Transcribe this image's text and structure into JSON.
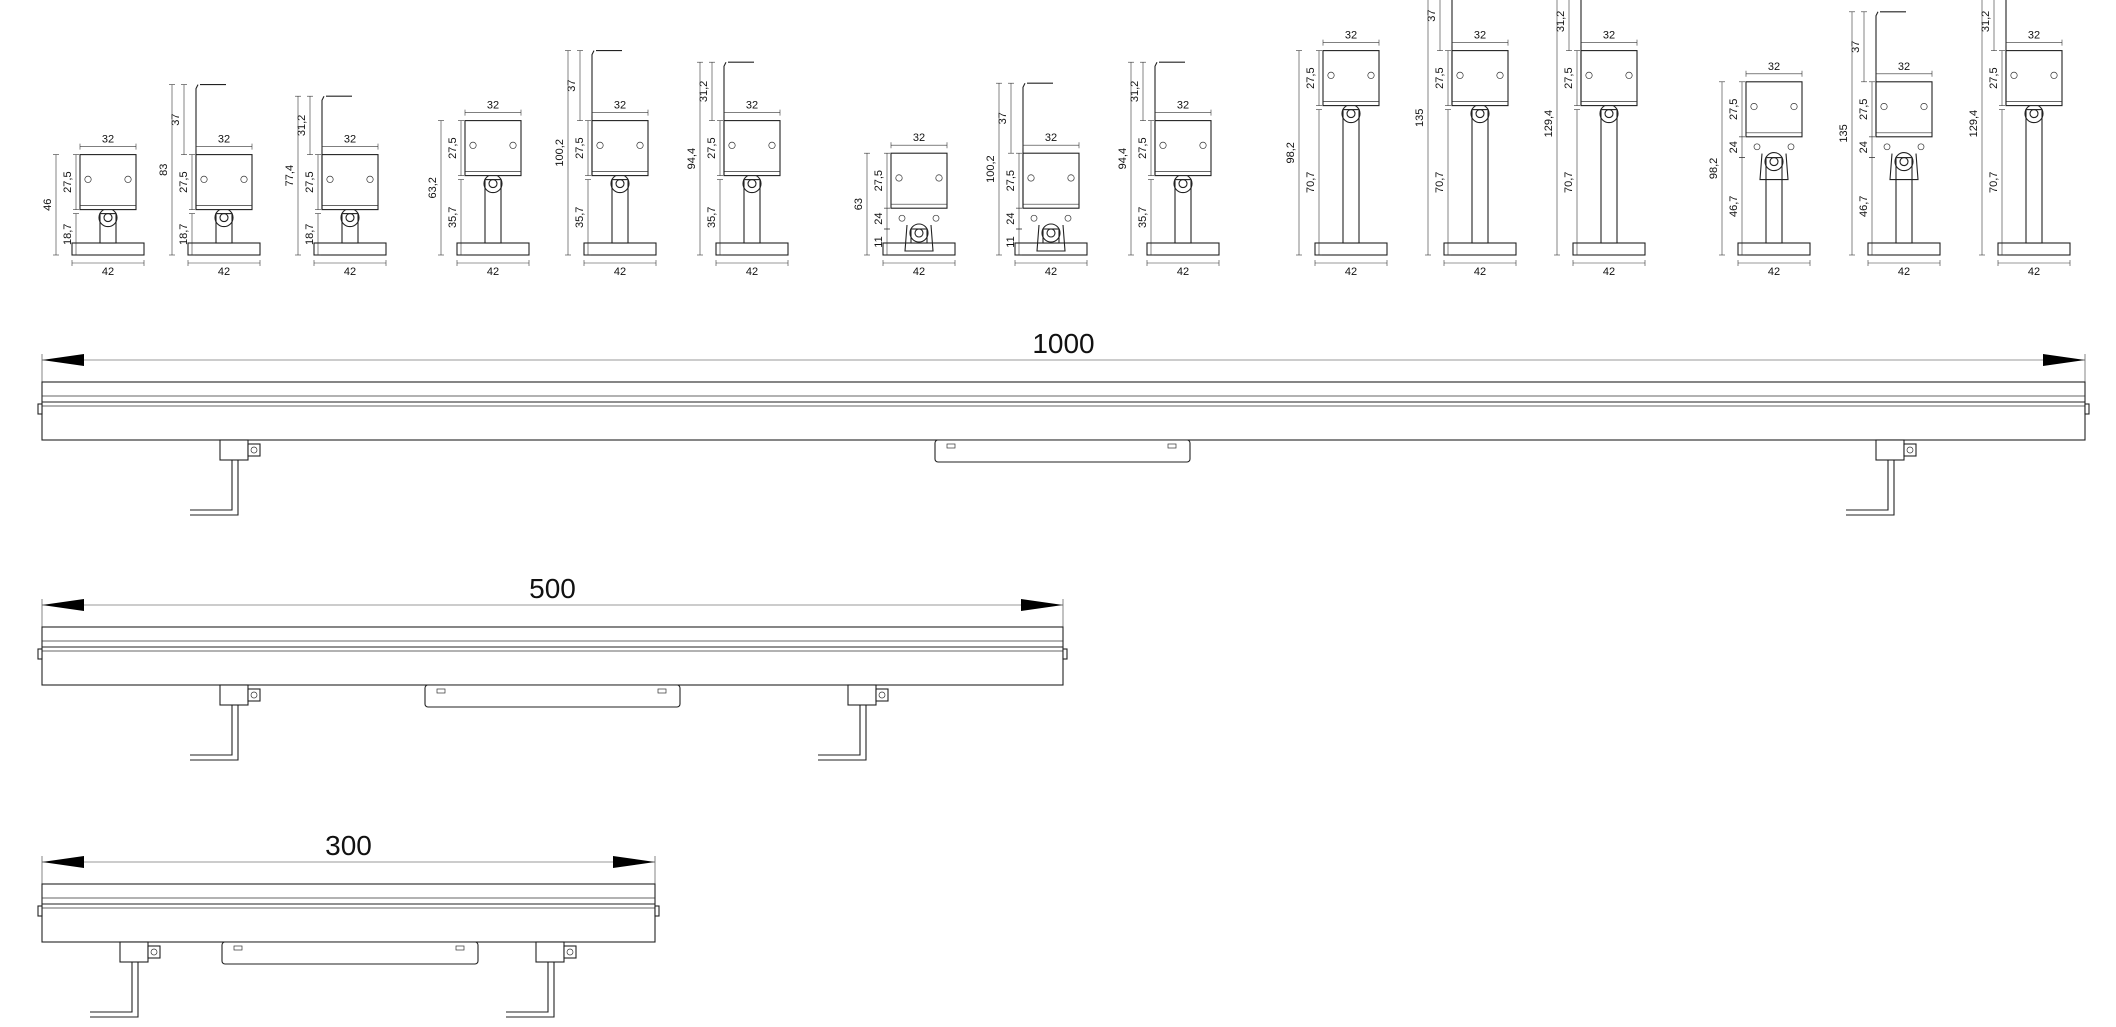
{
  "profiles": [
    {
      "base": "42",
      "top": "32",
      "box": "27,5",
      "lower": "18,7",
      "total": "46"
    },
    {
      "base": "42",
      "top": "32",
      "box": "27,5",
      "lower": "18,7",
      "total": "83",
      "bracket": "37"
    },
    {
      "base": "42",
      "top": "32",
      "box": "27,5",
      "lower": "18,7",
      "total": "77,4",
      "bracket": "31,2"
    },
    {
      "base": "42",
      "top": "32",
      "box": "27,5",
      "lower": "35,7",
      "total": "63,2"
    },
    {
      "base": "42",
      "top": "32",
      "box": "27,5",
      "lower": "35,7",
      "total": "100,2",
      "bracket": "37"
    },
    {
      "base": "42",
      "top": "32",
      "box": "27,5",
      "lower": "35,7",
      "total": "94,4",
      "bracket": "31,2"
    },
    {
      "base": "42",
      "top": "32",
      "box": "27,5",
      "mid": "24",
      "lower": "11",
      "total": "63"
    },
    {
      "base": "42",
      "top": "32",
      "box": "27,5",
      "mid": "24",
      "lower": "11",
      "total": "100,2",
      "bracket": "37"
    },
    {
      "base": "42",
      "top": "32",
      "box": "27,5",
      "lower": "35,7",
      "total": "94,4",
      "bracket": "31,2"
    },
    {
      "base": "42",
      "top": "32",
      "box": "27,5",
      "lower": "70,7",
      "total": "98,2"
    },
    {
      "base": "42",
      "top": "32",
      "box": "27,5",
      "lower": "70,7",
      "total": "135",
      "bracket": "37"
    },
    {
      "base": "42",
      "top": "32",
      "box": "27,5",
      "lower": "70,7",
      "total": "129,4",
      "bracket": "31,2"
    },
    {
      "base": "42",
      "top": "32",
      "box": "27,5",
      "mid": "24",
      "lower": "46,7",
      "total": "98,2"
    },
    {
      "base": "42",
      "top": "32",
      "box": "27,5",
      "mid": "24",
      "lower": "46,7",
      "total": "135",
      "bracket": "37"
    },
    {
      "base": "42",
      "top": "32",
      "box": "27,5",
      "lower": "70,7",
      "total": "129,4",
      "bracket": "31,2"
    }
  ],
  "fixtures": [
    {
      "length": "1000"
    },
    {
      "length": "500"
    },
    {
      "length": "300"
    }
  ]
}
